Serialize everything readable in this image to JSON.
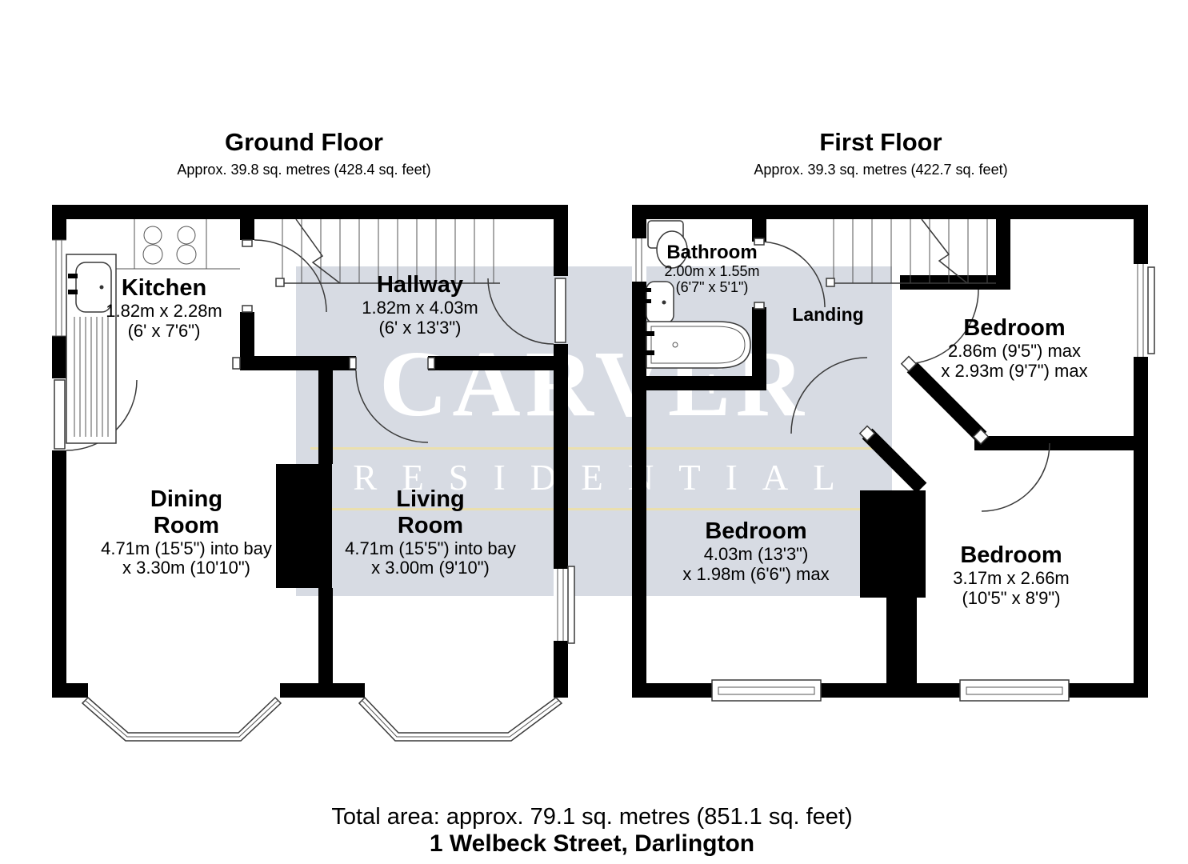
{
  "ground_floor": {
    "title": "Ground Floor",
    "subtitle": "Approx. 39.8 sq. metres (428.4 sq. feet)",
    "rooms": {
      "kitchen": {
        "name": "Kitchen",
        "metric": "1.82m x 2.28m",
        "imperial": "(6' x 7'6\")"
      },
      "hallway": {
        "name": "Hallway",
        "metric": "1.82m x 4.03m",
        "imperial": "(6' x 13'3\")"
      },
      "dining_room": {
        "name_line1": "Dining",
        "name_line2": "Room",
        "metric": "4.71m (15'5\") into bay",
        "imperial": "x 3.30m (10'10\")"
      },
      "living_room": {
        "name_line1": "Living",
        "name_line2": "Room",
        "metric": "4.71m (15'5\") into bay",
        "imperial": "x 3.00m (9'10\")"
      }
    }
  },
  "first_floor": {
    "title": "First Floor",
    "subtitle": "Approx. 39.3 sq. metres (422.7 sq. feet)",
    "rooms": {
      "bathroom": {
        "name": "Bathroom",
        "metric": "2.00m x 1.55m",
        "imperial": "(6'7\" x 5'1\")"
      },
      "landing": {
        "name": "Landing"
      },
      "bedroom_top_right": {
        "name": "Bedroom",
        "metric": "2.86m (9'5\") max",
        "imperial": "x 2.93m (9'7\") max"
      },
      "bedroom_left": {
        "name": "Bedroom",
        "metric": "4.03m (13'3\")",
        "imperial": "x 1.98m (6'6\") max"
      },
      "bedroom_bottom_right": {
        "name": "Bedroom",
        "metric": "3.17m x 2.66m",
        "imperial": "(10'5\" x 8'9\")"
      }
    }
  },
  "watermark": {
    "line1": "CARVER",
    "line2": "RESIDENTIAL",
    "band_color": "#d7dbe3",
    "accent_color": "#eadfae",
    "text_color": "#ffffff",
    "wall_color": "#000000"
  },
  "footer": {
    "total_area": "Total area: approx. 79.1 sq. metres (851.1 sq. feet)",
    "address": "1 Welbeck Street, Darlington"
  }
}
